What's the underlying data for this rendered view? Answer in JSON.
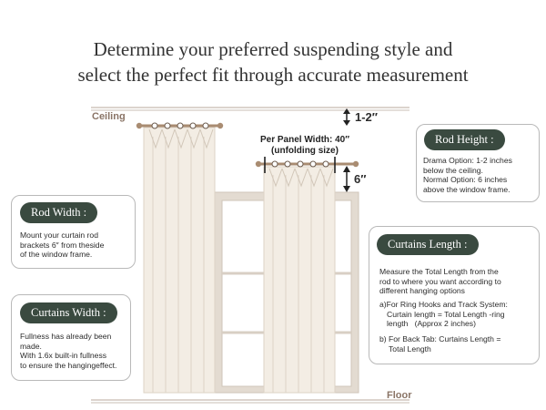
{
  "title": {
    "line1": "Determine your preferred suspending style and",
    "line2": "select the perfect fit through accurate measurement"
  },
  "labels": {
    "ceiling": "Ceiling",
    "floor": "Floor",
    "gap_top": "1-2″",
    "gap_window": "6″",
    "panel_width_line1": "Per Panel Width: 40″",
    "panel_width_line2": "(unfolding size)"
  },
  "rod_height": {
    "title": "Rod Height :",
    "line1": "Drama Option: 1-2 inches",
    "line2": "below the ceiling.",
    "line3": "Normal Option: 6 inches",
    "line4": "above the window frame."
  },
  "rod_width": {
    "title": "Rod Width :",
    "line1": "Mount your curtain rod",
    "line2": "brackets 6″ from theside",
    "line3": "of the window frame."
  },
  "curtains_width": {
    "title": "Curtains Width :",
    "line1": "Fullness has already been",
    "line2": "made.",
    "line3": "With 1.6x built-in fullness",
    "line4": "to ensure the hangingeffect."
  },
  "curtains_length": {
    "title": "Curtains Length :",
    "intro1": "Measure the Total Length from the",
    "intro2": "rod to where you want according to",
    "intro3": "different hanging options",
    "a1": "a)For Ring Hooks and Track System:",
    "a2": "Curtain length = Total Length -ring",
    "a3": "length   (Approx 2 inches)",
    "b1": "b) For Back Tab: Curtains Length =",
    "b2": "Total Length"
  },
  "colors": {
    "accent_dark": "#3a4a40",
    "rod": "#a98c72",
    "curtain": "#f3ede4",
    "window_frame": "#e3dbd1",
    "label_brown": "#8a7466"
  }
}
